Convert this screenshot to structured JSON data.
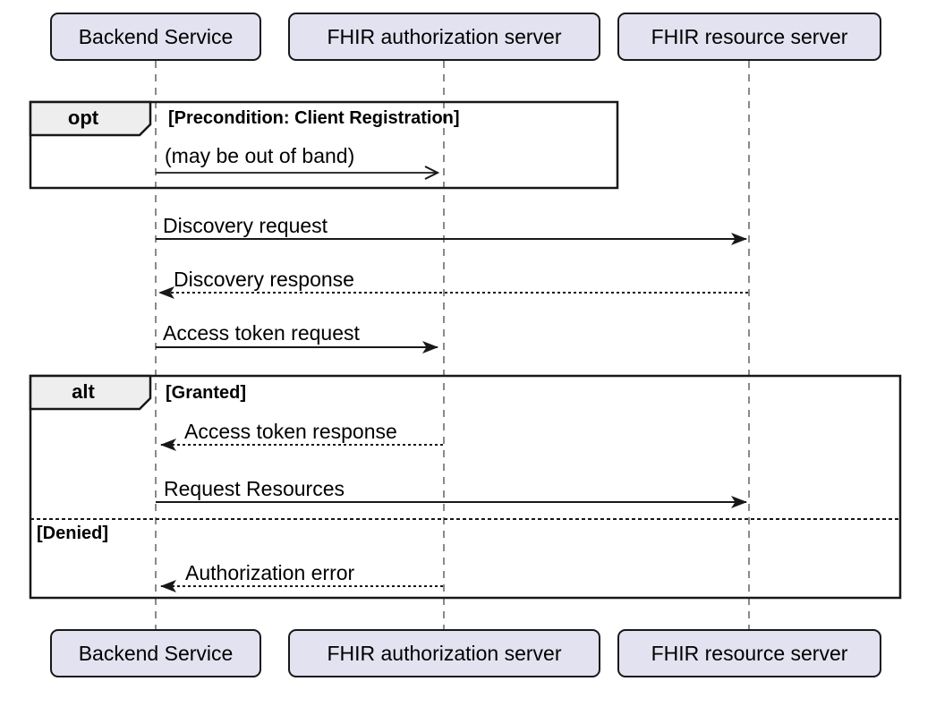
{
  "diagram_type": "uml-sequence-diagram",
  "participants": [
    {
      "name": "Backend Service"
    },
    {
      "name": "FHIR authorization server"
    },
    {
      "name": "FHIR resource server"
    }
  ],
  "fragments": {
    "opt": {
      "operator": "opt",
      "guard": "[Precondition: Client Registration]"
    },
    "alt": {
      "operator": "alt",
      "guard_granted": "[Granted]",
      "guard_denied": "[Denied]"
    }
  },
  "messages": {
    "client_registration": {
      "label": "(may be out of band)",
      "from": "Backend Service",
      "to": "FHIR authorization server",
      "line": "solid",
      "arrowhead": "open"
    },
    "discovery_request": {
      "label": "Discovery request",
      "from": "Backend Service",
      "to": "FHIR resource server",
      "line": "solid",
      "arrowhead": "filled"
    },
    "discovery_response": {
      "label": "Discovery response",
      "from": "FHIR resource server",
      "to": "Backend Service",
      "line": "dotted",
      "arrowhead": "filled"
    },
    "access_token_request": {
      "label": "Access token request",
      "from": "Backend Service",
      "to": "FHIR authorization server",
      "line": "solid",
      "arrowhead": "filled"
    },
    "access_token_response": {
      "label": "Access token response",
      "from": "FHIR authorization server",
      "to": "Backend Service",
      "line": "dotted",
      "arrowhead": "filled"
    },
    "request_resources": {
      "label": "Request Resources",
      "from": "Backend Service",
      "to": "FHIR resource server",
      "line": "solid",
      "arrowhead": "filled"
    },
    "authorization_error": {
      "label": "Authorization error",
      "from": "FHIR authorization server",
      "to": "Backend Service",
      "line": "dotted",
      "arrowhead": "filled"
    }
  },
  "colors": {
    "background": "#FFFFFF",
    "participant_fill": "#E2E2F0",
    "participant_border": "#181818",
    "fragment_border": "#181818",
    "fragment_label_fill": "#EEEEEE",
    "lifeline": "#8A8A8A",
    "arrow": "#181818",
    "text": "#000000"
  }
}
